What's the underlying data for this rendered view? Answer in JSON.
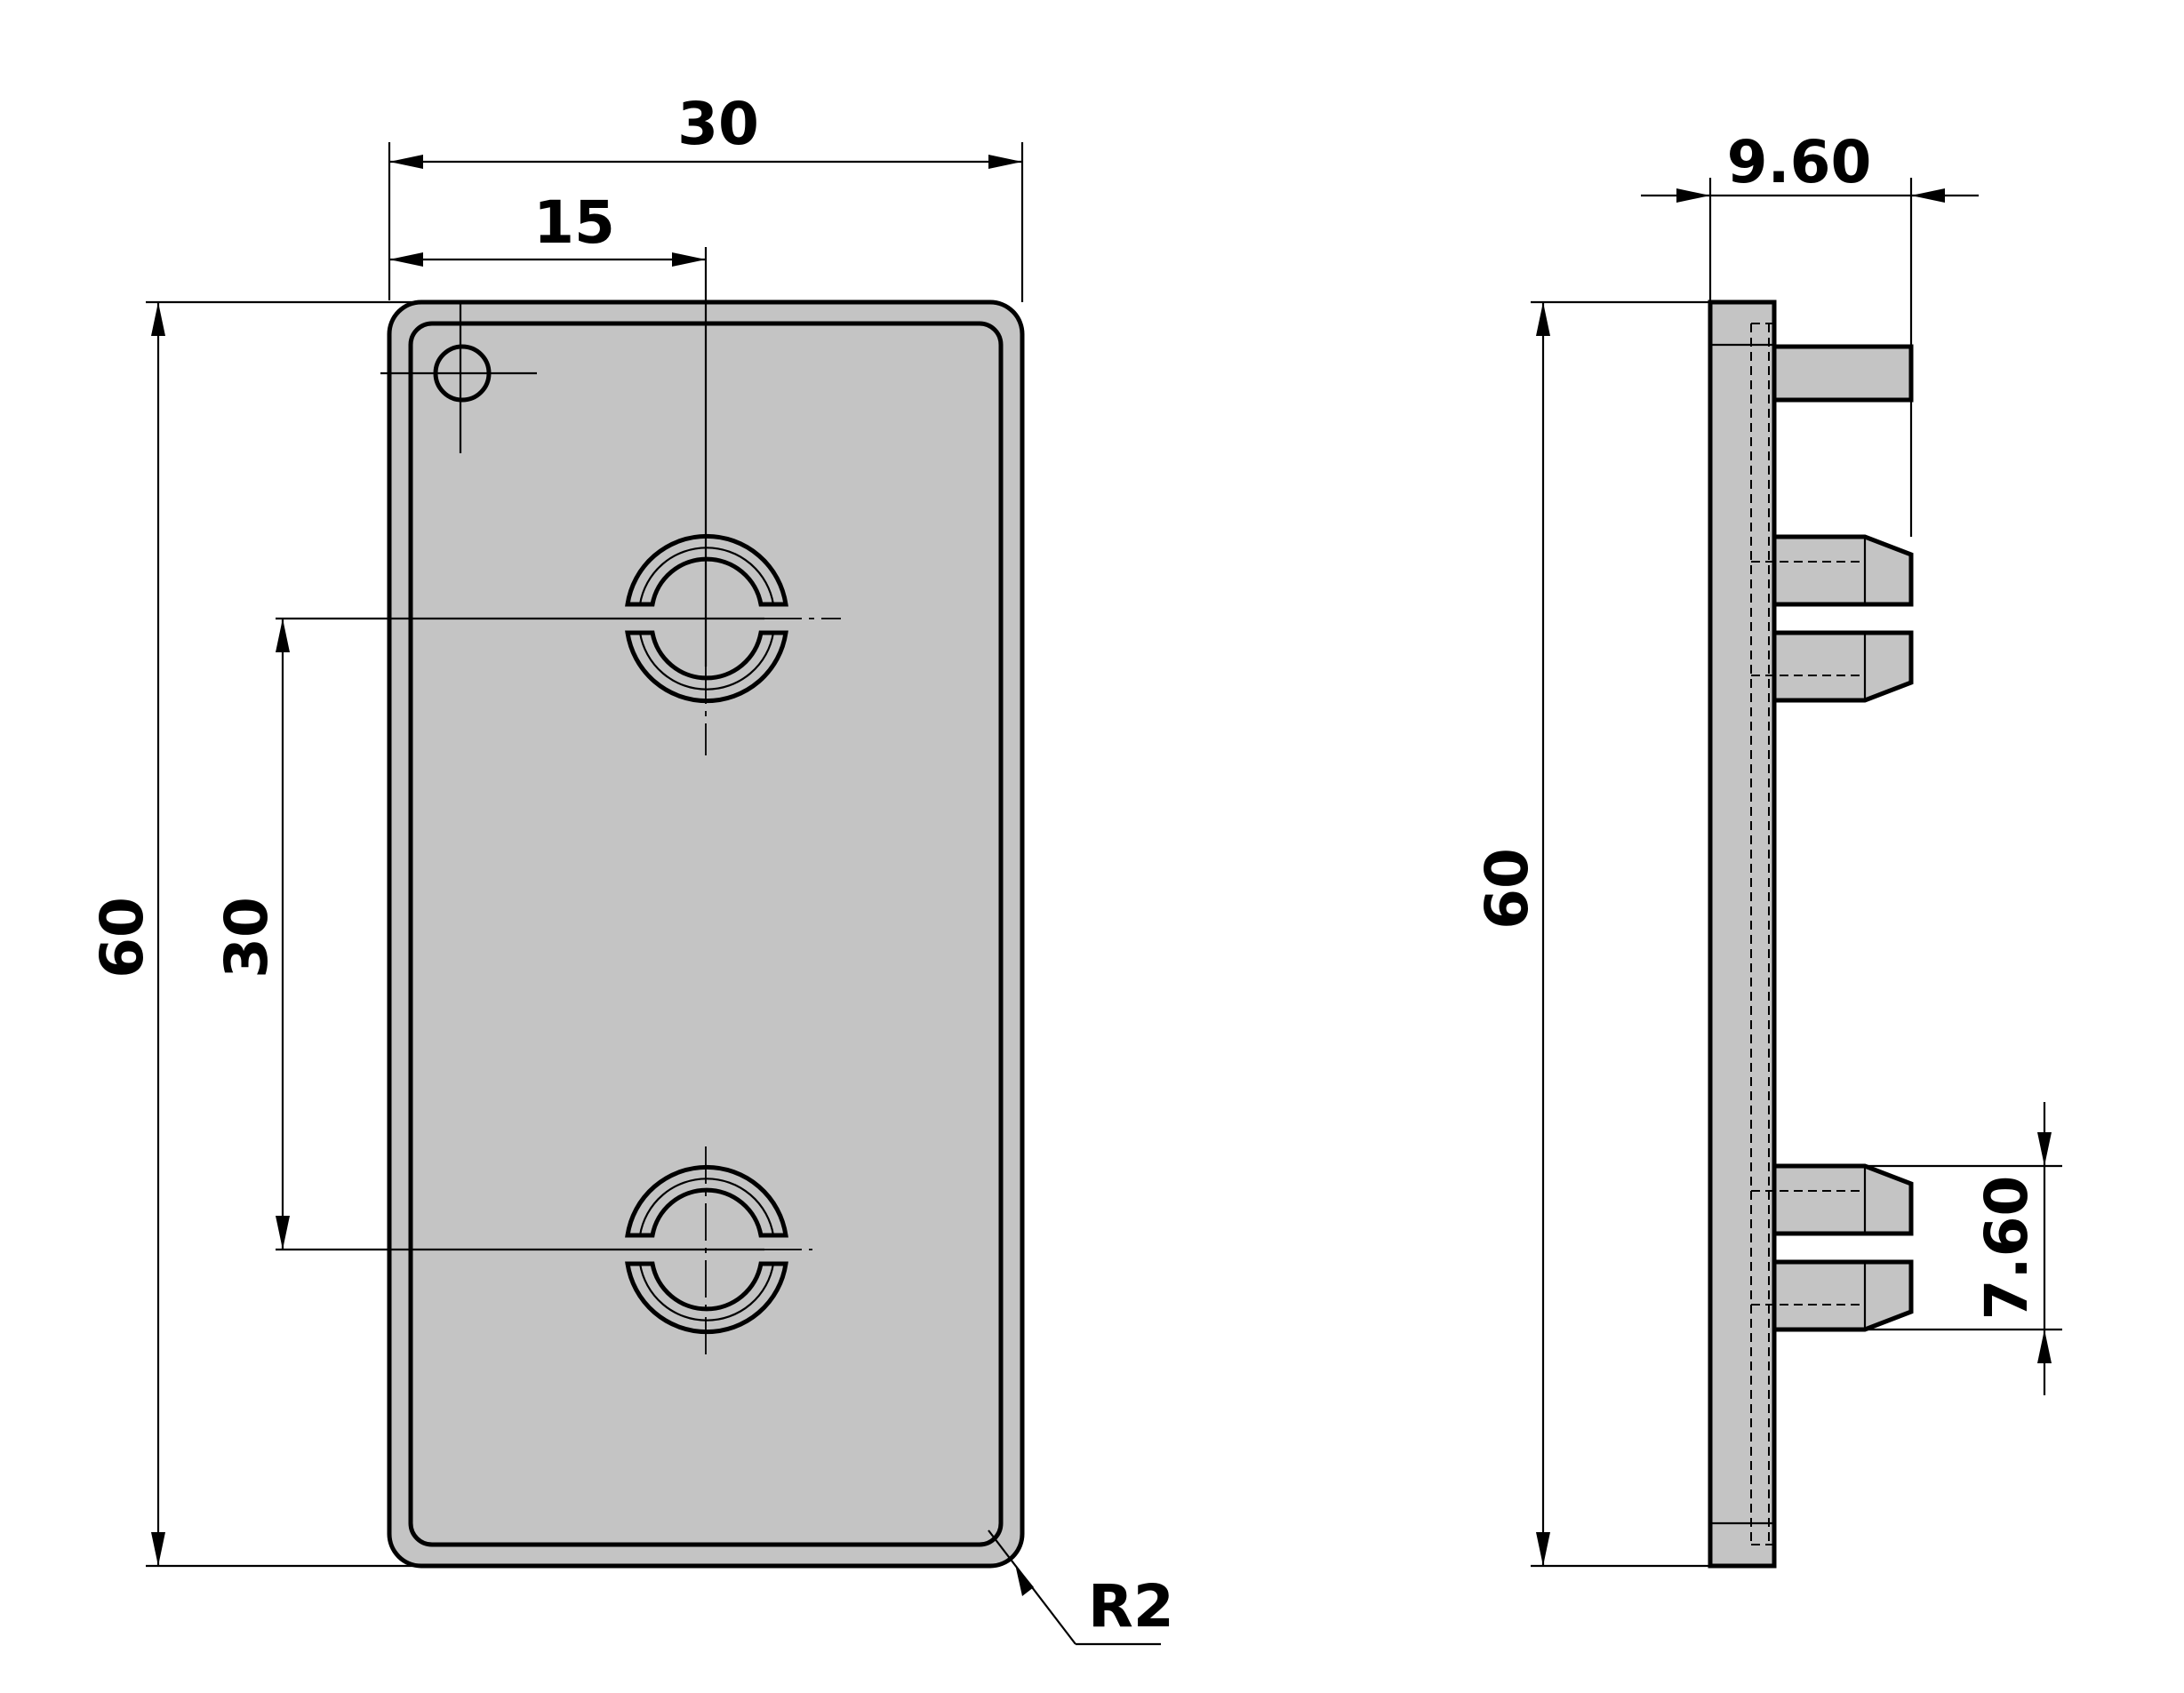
{
  "front_view": {
    "width_label": "30",
    "half_width_label": "15",
    "height_label": "60",
    "hole_spacing_label": "30",
    "radius_label": "R2"
  },
  "side_view": {
    "depth_label": "9.60",
    "height_label": "60",
    "pin_spacing_label": "7.60"
  },
  "colors": {
    "part_fill": "#c4c4c4",
    "line": "#000000",
    "background": "#ffffff"
  }
}
